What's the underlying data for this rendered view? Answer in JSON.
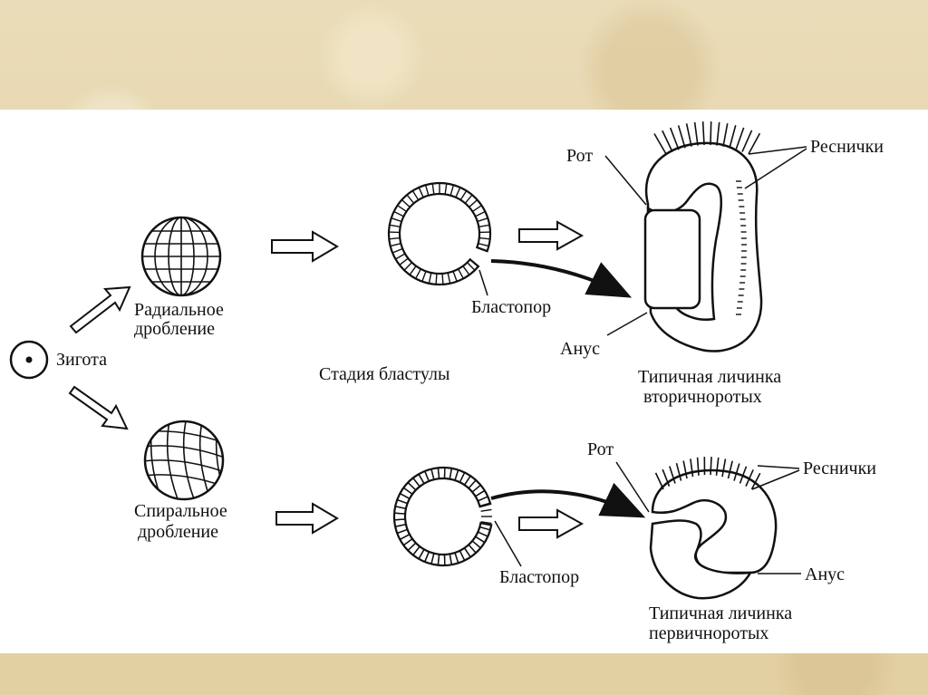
{
  "labels": {
    "zygote": "Зигота",
    "radial_line1": "Радиальное",
    "radial_line2": "дробление",
    "spiral_line1": "Спиральное",
    "spiral_line2": "дробление",
    "blastula_stage": "Стадия бластулы",
    "blastopore_top": "Бластопор",
    "blastopore_bottom": "Бластопор",
    "mouth_top": "Рот",
    "mouth_bottom": "Рот",
    "cilia_top": "Реснички",
    "cilia_bottom": "Реснички",
    "anus_top": "Анус",
    "anus_bottom": "Анус",
    "deutero_line1": "Типичная личинка",
    "deutero_line2": "вторичноротых",
    "proto_line1": "Типичная личинка",
    "proto_line2": "первичноротых"
  },
  "colors": {
    "background": "#e8d8b0",
    "panel": "#ffffff",
    "ink": "#111111"
  }
}
